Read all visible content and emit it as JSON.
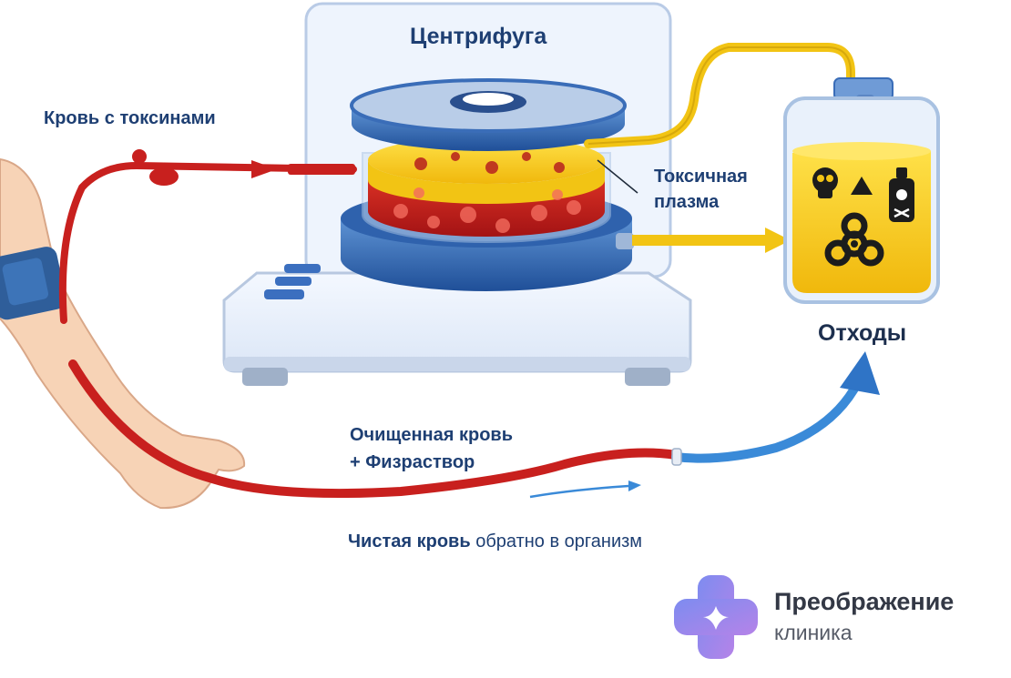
{
  "labels": {
    "centrifuge": "Центрифуга",
    "blood_in": "Кровь с токсинами",
    "plasma_line1": "Токсичная",
    "plasma_line2": "плазма",
    "waste": "Отходы",
    "purified_line1": "Очищенная кровь",
    "purified_line2": "+ Физраствор",
    "return_bold": "Чистая кровь",
    "return_rest": "обратно в организм"
  },
  "brand": {
    "name": "Преображение",
    "subtitle": "клиника"
  },
  "colors": {
    "blood": "#c8201e",
    "plasma": "#f2c414",
    "saline_tube": "#3a8ad8",
    "label_text": "#1e3f73",
    "logo_gradient_start": "#7d8cf0",
    "logo_gradient_end": "#b583e8"
  },
  "icons": [
    "skull-icon",
    "warning-triangle-icon",
    "biohazard-icon",
    "poison-bottle-icon",
    "sparkle-icon"
  ]
}
